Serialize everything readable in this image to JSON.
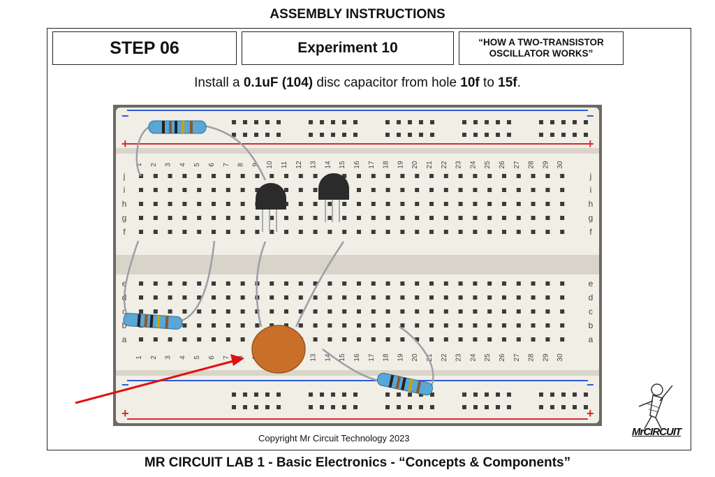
{
  "header": {
    "title": "ASSEMBLY INSTRUCTIONS"
  },
  "step_box": {
    "label": "STEP 06"
  },
  "experiment_box": {
    "label": "Experiment 10"
  },
  "quote_box": {
    "line1": "“HOW A TWO-TRANSISTOR",
    "line2": "OSCILLATOR WORKS”"
  },
  "instruction": {
    "t1": "Install a ",
    "b1": "0.1uF (104)",
    "t2": " disc capacitor from hole ",
    "b2": "10f",
    "t3": " to ",
    "b3": "15f",
    "t4": "."
  },
  "breadboard": {
    "numbers": [
      "1",
      "2",
      "3",
      "4",
      "5",
      "6",
      "7",
      "8",
      "9",
      "10",
      "11",
      "12",
      "13",
      "14",
      "15",
      "16",
      "17",
      "18",
      "19",
      "20",
      "21",
      "22",
      "23",
      "24",
      "25",
      "26",
      "27",
      "28",
      "29",
      "30"
    ],
    "rows_top": [
      "j",
      "i",
      "h",
      "g",
      "f"
    ],
    "rows_bottom": [
      "e",
      "d",
      "c",
      "b",
      "a"
    ],
    "rail_minus": "−",
    "rail_plus": "+"
  },
  "copyright": "Copyright Mr Circuit Technology 2023",
  "logo": {
    "text_a": "Mr",
    "text_b": "CIRCUIT"
  },
  "footer": "MR CIRCUIT LAB 1 - Basic Electronics - “Concepts & Components”",
  "colors": {
    "board": "#f1eee6",
    "hole": "#3a3a3a",
    "rail_red": "#d62b2b",
    "rail_blue": "#2b5bd6",
    "arrow": "#e01010",
    "capacitor": "#c8702a",
    "resistor": "#5aa6d6"
  }
}
